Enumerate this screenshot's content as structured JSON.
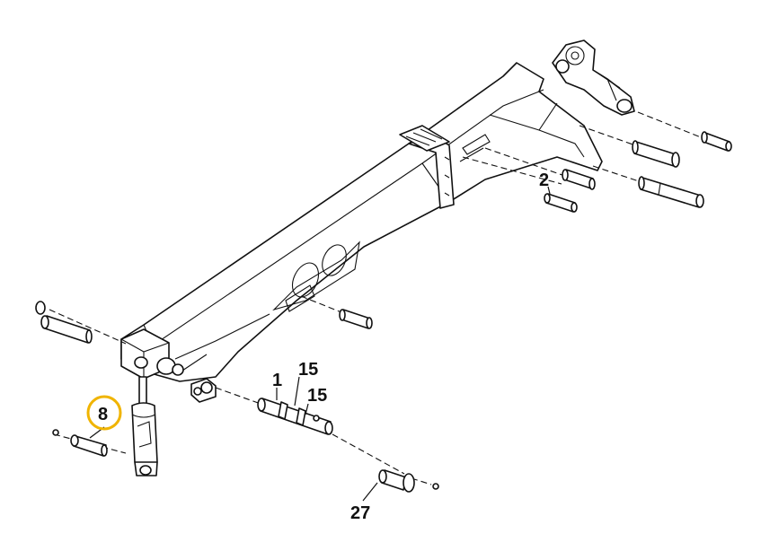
{
  "callouts": {
    "c1": "1",
    "c2": "2",
    "c8": "8",
    "c15a": "15",
    "c15b": "15",
    "c27": "27"
  },
  "colors": {
    "highlight": "#f0b400",
    "line": "#111111",
    "background": "#ffffff"
  }
}
